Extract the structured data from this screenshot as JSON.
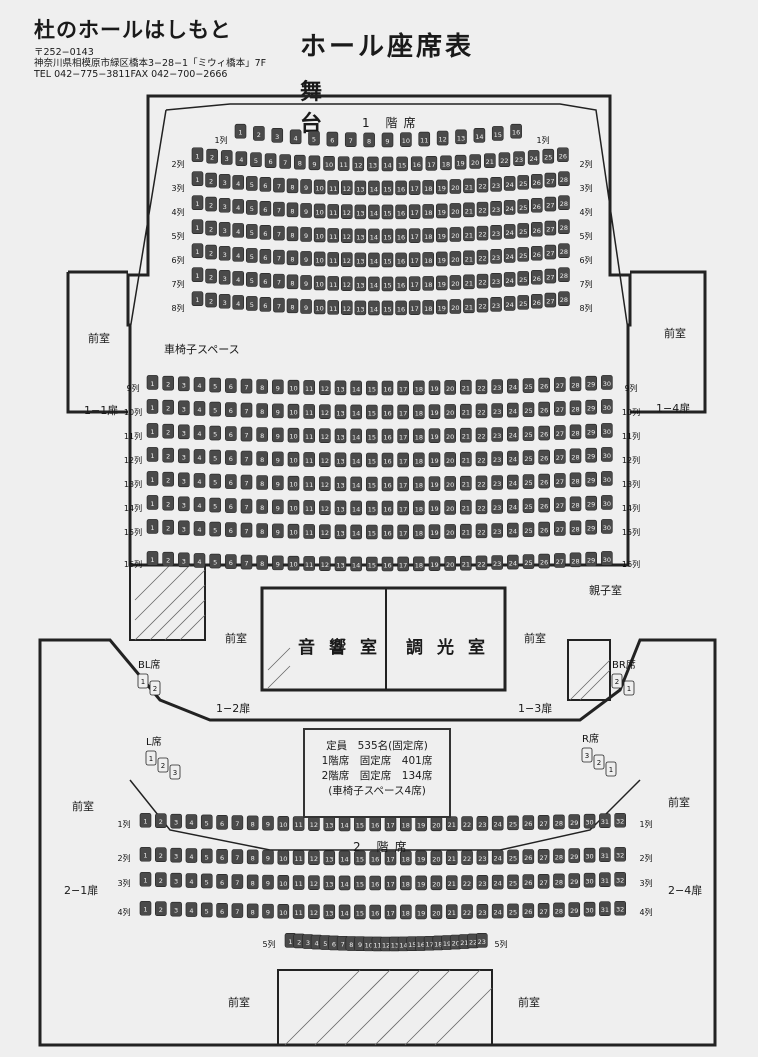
{
  "header": {
    "venue": "杜のホールはしもと",
    "postal": "〒252−0143",
    "address": "神奈川県相模原市緑区橋本3−28−1「ミウィ橋本」7F",
    "tel": "TEL 042−775−3811FAX 042−700−2666"
  },
  "title": "ホール座席表",
  "stage": "舞台",
  "floor1": {
    "label": "1 階席",
    "wheelchair_space": "車椅子スペース",
    "rows": [
      {
        "label": "1列",
        "seats": 16
      },
      {
        "label": "2列",
        "seats": 26
      },
      {
        "label": "3列",
        "seats": 28
      },
      {
        "label": "4列",
        "seats": 28
      },
      {
        "label": "5列",
        "seats": 28
      },
      {
        "label": "6列",
        "seats": 28
      },
      {
        "label": "7列",
        "seats": 28
      },
      {
        "label": "8列",
        "seats": 28
      },
      {
        "label": "9列",
        "seats": 30
      },
      {
        "label": "10列",
        "seats": 30
      },
      {
        "label": "11列",
        "seats": 30
      },
      {
        "label": "12列",
        "seats": 30
      },
      {
        "label": "13列",
        "seats": 30
      },
      {
        "label": "14列",
        "seats": 30
      },
      {
        "label": "15列",
        "seats": 30
      },
      {
        "label": "16列",
        "seats": 30
      }
    ]
  },
  "floor2": {
    "label": "2 階席",
    "rows": [
      {
        "label": "1列",
        "seats": 32
      },
      {
        "label": "2列",
        "seats": 32
      },
      {
        "label": "3列",
        "seats": 32
      },
      {
        "label": "4列",
        "seats": 32
      },
      {
        "label": "5列",
        "seats": 23
      }
    ],
    "boxes": [
      {
        "label": "BL席",
        "seats": [
          "1",
          "2"
        ]
      },
      {
        "label": "L席",
        "seats": [
          "1",
          "2",
          "3"
        ]
      },
      {
        "label": "BR席",
        "seats": [
          "2",
          "1"
        ]
      },
      {
        "label": "R席",
        "seats": [
          "3",
          "2",
          "1"
        ]
      }
    ]
  },
  "rooms": {
    "anteroom": "前室",
    "sound_room": "音響室",
    "lighting_room": "調光室",
    "family_room": "親子室",
    "doors": [
      "1−1扉",
      "1−2扉",
      "1−3扉",
      "1−4扉",
      "2−1扉",
      "2−4扉"
    ]
  },
  "capacity": {
    "total": "定員　535名(固定席)",
    "floor1": "1階席　固定席　401席",
    "floor2": "2階席　固定席　134席",
    "note": "(車椅子スペース4席)"
  }
}
